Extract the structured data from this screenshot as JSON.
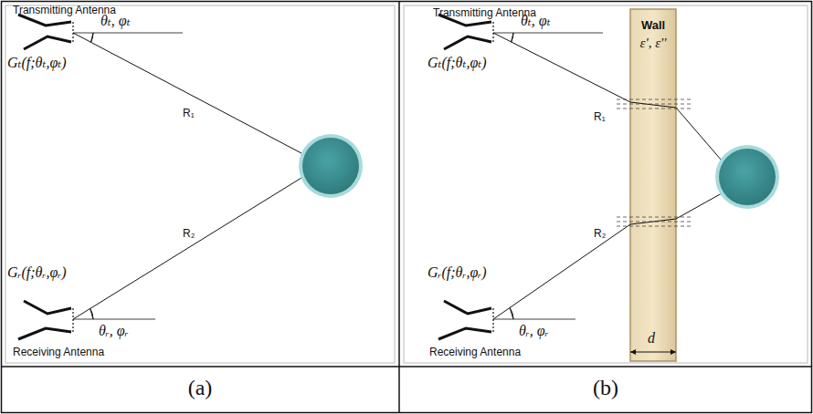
{
  "diagram": {
    "nodes": [
      {
        "text": [
          "Wall",
          "ε', ε''"
        ]
      }
    ],
    "labels": [
      "Transmitting Antenna",
      "θₜ, φₜ",
      "Gₜ(f;θₜ,φₜ)",
      "R₁",
      "R₂",
      "Gᵣ(f;θᵣ,φᵣ)",
      "θᵣ, φᵣ",
      "Receiving Antenna",
      "Transmitting Antenna",
      "θₜ, φₜ",
      "Gₜ(f;θₜ,φₜ)",
      "R₁",
      "R₂",
      "Gᵣ(f;θᵣ,φᵣ)",
      "θᵣ, φᵣ",
      "Receiving Antenna",
      "d",
      "(a)",
      "(b)"
    ]
  }
}
